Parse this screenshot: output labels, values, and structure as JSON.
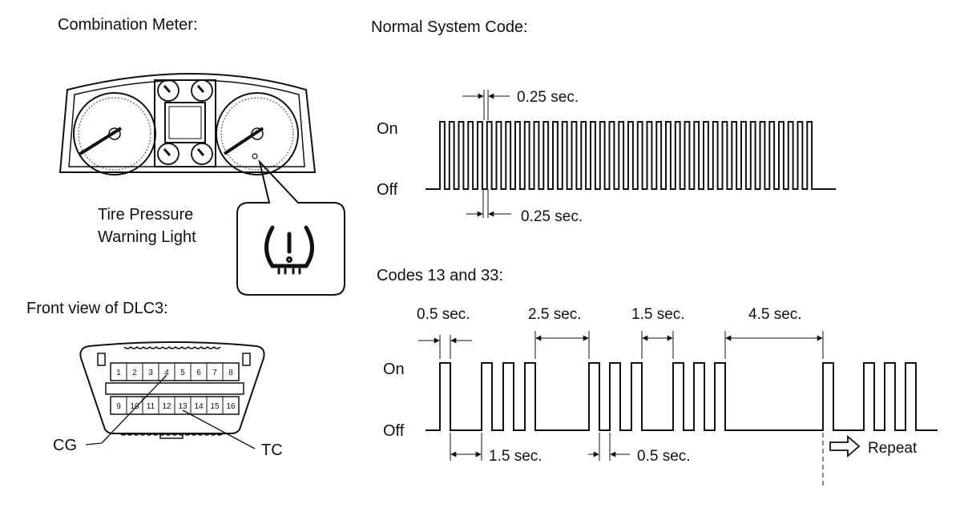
{
  "combination_meter": {
    "heading": "Combination Meter:",
    "callout_line1": "Tire Pressure",
    "callout_line2": "Warning Light",
    "warning_icon": "tire-pressure-warning-icon"
  },
  "dlc3": {
    "heading": "Front view of DLC3:",
    "pins_top": [
      "1",
      "2",
      "3",
      "4",
      "5",
      "6",
      "7",
      "8"
    ],
    "pins_bottom": [
      "9",
      "10",
      "11",
      "12",
      "13",
      "14",
      "15",
      "16"
    ],
    "label_cg": "CG",
    "label_tc": "TC"
  },
  "normal_code": {
    "heading": "Normal System Code:",
    "on_label": "On",
    "off_label": "Off",
    "pulse_width": "0.25 sec.",
    "gap_width": "0.25 sec.",
    "pulse_count": 40
  },
  "codes_13_33": {
    "heading": "Codes 13 and 33:",
    "on_label": "On",
    "off_label": "Off",
    "dim_a": "0.5 sec.",
    "dim_b": "2.5 sec.",
    "dim_c": "1.5 sec.",
    "dim_d": "4.5 sec.",
    "dim_e": "1.5 sec.",
    "dim_f": "0.5 sec.",
    "repeat": "Repeat"
  }
}
